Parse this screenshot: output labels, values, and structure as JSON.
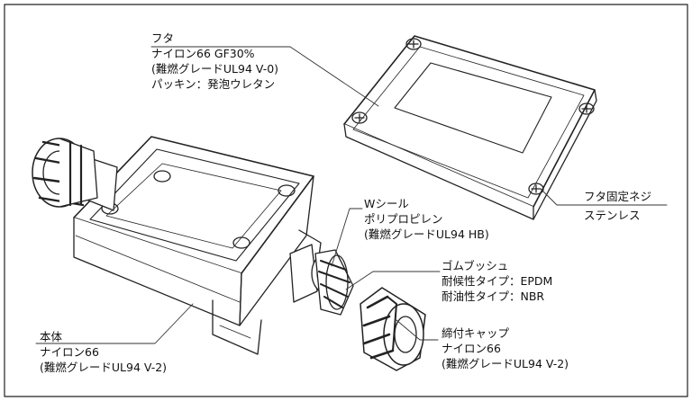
{
  "labels": {
    "lid": {
      "title": "フタ",
      "lines": [
        "ナイロン66 GF30%",
        "(難燃グレードUL94 V-0)",
        "パッキン：発泡ウレタン"
      ]
    },
    "lid_screw": {
      "title": "フタ固定ネジ",
      "lines": [
        "ステンレス"
      ]
    },
    "w_seal": {
      "title": "Wシール",
      "lines": [
        "ポリプロピレン",
        "(難燃グレードUL94 HB)"
      ]
    },
    "rubber_bushing": {
      "title": "ゴムブッシュ",
      "lines": [
        "耐候性タイプ：EPDM",
        "耐油性タイプ：NBR"
      ]
    },
    "body": {
      "title": "本体",
      "lines": [
        "ナイロン66",
        "(難燃グレードUL94 V-2)"
      ]
    },
    "cap": {
      "title": "締付キャップ",
      "lines": [
        "ナイロン66",
        "(難燃グレードUL94 V-2)"
      ]
    }
  }
}
